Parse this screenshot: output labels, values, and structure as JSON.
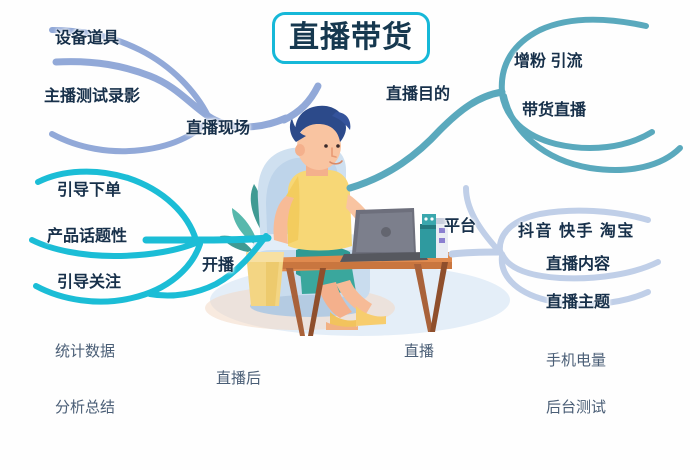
{
  "title": "直播带货",
  "colors": {
    "accent_cyan": "#16b8d8",
    "branch_top_left": "#92a9d8",
    "branch_top_right": "#5aa9bd",
    "branch_bottom_left": "#1bbdd6",
    "branch_bottom_right": "#c0cfe8",
    "text_dark": "#17304a",
    "text_muted": "#4a5e76",
    "background": "#ffffff"
  },
  "center": {
    "label": "直播带货"
  },
  "branches": [
    {
      "id": "top-left",
      "stage_label": "直播现场",
      "color": "#92a9d8",
      "children": [
        {
          "label": "设备道具"
        },
        {
          "label": "主播测试录影"
        }
      ]
    },
    {
      "id": "top-right",
      "stage_label": "直播目的",
      "color": "#5aa9bd",
      "children": [
        {
          "label": "增粉  引流"
        },
        {
          "label": "带货直播"
        }
      ]
    },
    {
      "id": "bottom-left",
      "stage_label": "开播",
      "color": "#1bbdd6",
      "children": [
        {
          "label": "引导下单"
        },
        {
          "label": "产品话题性"
        },
        {
          "label": "引导关注"
        }
      ]
    },
    {
      "id": "bottom-right",
      "stage_label": "平台",
      "color": "#c0cfe8",
      "children": [
        {
          "label": "抖音 快手 淘宝"
        },
        {
          "label": "直播内容"
        },
        {
          "label": "直播主题"
        }
      ]
    }
  ],
  "footer_labels": [
    {
      "label": "统计数据"
    },
    {
      "label": "分析总结"
    },
    {
      "label": "直播后"
    },
    {
      "label": "直播"
    },
    {
      "label": "手机电量"
    },
    {
      "label": "后台测试"
    }
  ],
  "illustration": {
    "name": "person-livestreaming-with-laptop",
    "parts": [
      "armchair",
      "person",
      "laptop",
      "desk",
      "potted-plant",
      "books-stack"
    ]
  }
}
